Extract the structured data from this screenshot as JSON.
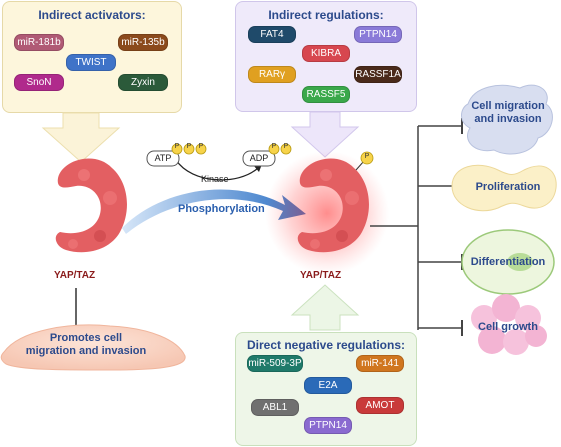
{
  "indirect_activators": {
    "title": "Indirect activators:",
    "items": [
      {
        "label": "miR-181b",
        "color": "#b05a75"
      },
      {
        "label": "miR-135b",
        "color": "#8b4a1c"
      },
      {
        "label": "TWIST",
        "color": "#3f73c8"
      },
      {
        "label": "SnoN",
        "color": "#b02a8c"
      },
      {
        "label": "Zyxin",
        "color": "#2b5a3a"
      }
    ]
  },
  "indirect_regulations": {
    "title": "Indirect regulations:",
    "items": [
      {
        "label": "FAT4",
        "color": "#1f4a6a"
      },
      {
        "label": "PTPN14",
        "color": "#8a7ad8"
      },
      {
        "label": "KIBRA",
        "color": "#d7474f"
      },
      {
        "label": "RARγ",
        "color": "#e0a020"
      },
      {
        "label": "RASSF1A",
        "color": "#4a2a1a"
      },
      {
        "label": "RASSF5",
        "color": "#3aa84a"
      }
    ]
  },
  "direct_negative_regulations": {
    "title": "Direct negative regulations:",
    "items": [
      {
        "label": "miR-509-3P",
        "color": "#1f7a6a"
      },
      {
        "label": "miR-141",
        "color": "#d0761f"
      },
      {
        "label": "E2A",
        "color": "#2a6ab8"
      },
      {
        "label": "ABL1",
        "color": "#707070"
      },
      {
        "label": "AMOT",
        "color": "#c93a3a"
      },
      {
        "label": "PTPN14",
        "color": "#8a6ad0"
      }
    ]
  },
  "reaction": {
    "atp": "ATP",
    "adp": "ADP",
    "kinase": "Kinase",
    "phosphorylation": "Phosphorylation",
    "phosphate": "P"
  },
  "left_protein_label": "YAP/TAZ",
  "right_protein_label": "YAP/TAZ",
  "left_cell_label": "Promotes cell migration and invasion",
  "outcomes": [
    {
      "label": "Cell migration and invasion"
    },
    {
      "label": "Proliferation"
    },
    {
      "label": "Differentiation"
    },
    {
      "label": "Cell growth"
    }
  ]
}
